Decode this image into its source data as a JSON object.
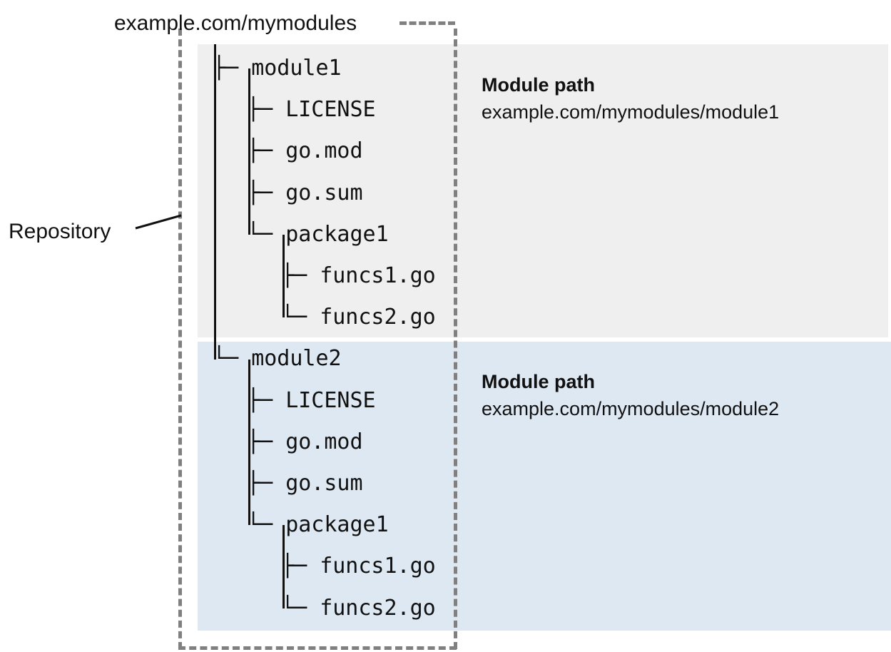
{
  "diagram": {
    "type": "repository-module-layout",
    "root_label": "example.com/mymodules",
    "repository_label": "Repository"
  },
  "colors": {
    "panel_module1": "#efefef",
    "panel_module2": "#dee8f3",
    "dashed_border": "#808080",
    "text": "#111111"
  },
  "modules": [
    {
      "name": "module1",
      "callout_title": "Module path",
      "callout_path": "example.com/mymodules/module1",
      "panel_color": "#efefef"
    },
    {
      "name": "module2",
      "callout_title": "Module path",
      "callout_path": "example.com/mymodules/module2",
      "panel_color": "#dee8f3"
    }
  ],
  "tree": [
    {
      "glyph": "├─ ",
      "name": "module1",
      "depth": 0
    },
    {
      "glyph": "├─ ",
      "name": "LICENSE",
      "depth": 1
    },
    {
      "glyph": "├─ ",
      "name": "go.mod",
      "depth": 1
    },
    {
      "glyph": "├─ ",
      "name": "go.sum",
      "depth": 1
    },
    {
      "glyph": "└─ ",
      "name": "package1",
      "depth": 1
    },
    {
      "glyph": "├─ ",
      "name": "funcs1.go",
      "depth": 2
    },
    {
      "glyph": "└─ ",
      "name": "funcs2.go",
      "depth": 2
    },
    {
      "glyph": "└─ ",
      "name": "module2",
      "depth": 0
    },
    {
      "glyph": "├─ ",
      "name": "LICENSE",
      "depth": 1
    },
    {
      "glyph": "├─ ",
      "name": "go.mod",
      "depth": 1
    },
    {
      "glyph": "├─ ",
      "name": "go.sum",
      "depth": 1
    },
    {
      "glyph": "└─ ",
      "name": "package1",
      "depth": 1
    },
    {
      "glyph": "├─ ",
      "name": "funcs1.go",
      "depth": 2
    },
    {
      "glyph": "└─ ",
      "name": "funcs2.go",
      "depth": 2
    }
  ]
}
